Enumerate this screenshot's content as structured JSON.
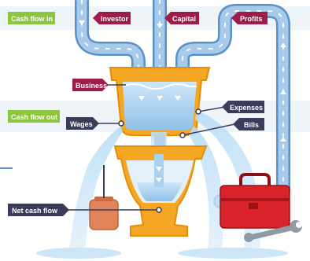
{
  "labels": {
    "cash_flow_in": "Cash flow in",
    "investor": "Investor",
    "capital": "Capital",
    "profits": "Profits",
    "business": "Business",
    "cash_flow_out": "Cash flow out",
    "expenses": "Expenses",
    "wages": "Wages",
    "bills": "Bills",
    "net_cash_flow": "Net cash flow"
  },
  "colors": {
    "green_label": "#8cc63f",
    "dark_label": "#3b3b5c",
    "crimson_label": "#9e1b4a",
    "pipe": "#9cc3e6",
    "tank": "#f5a623",
    "water": "#a9d2f0",
    "toolbox": "#d8232a"
  },
  "icons": [
    "arrow-icon",
    "wrench-icon",
    "toolbox-icon",
    "piggy-bank-icon"
  ]
}
